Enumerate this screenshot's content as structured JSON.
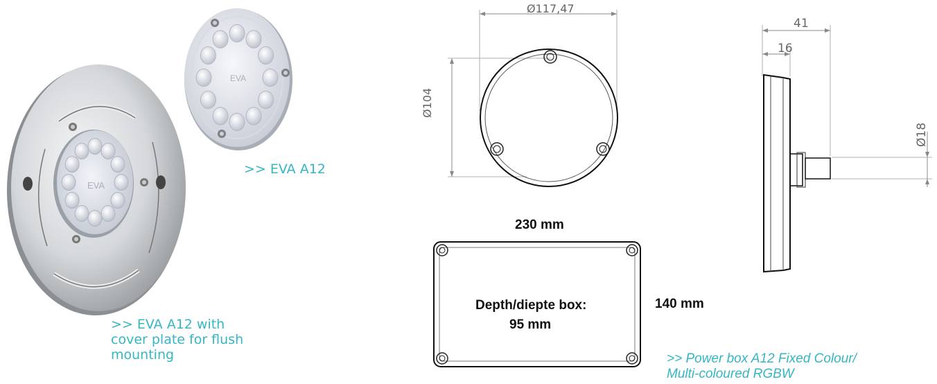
{
  "product_label": ">> EVA A12",
  "product_label_flush": [
    ">> EVA A12 with",
    "cover plate for flush",
    "mounting"
  ],
  "lens_logo": "EVA",
  "dimensions": {
    "front_diameter": "Ø117,47",
    "inner_diameter": "Ø104",
    "depth_total": "41",
    "depth_face": "16",
    "cable_diameter": "Ø18"
  },
  "box": {
    "width": "230 mm",
    "height": "140 mm",
    "depth_line1": "Depth/diepte box:",
    "depth_line2": "95 mm"
  },
  "box_caption": [
    ">> Power box A12 Fixed Colour/",
    "Multi-coloured RGBW"
  ],
  "colors": {
    "accent": "#35b6c4",
    "steel": "#b8bcc0",
    "lens": "#dfe3ea"
  }
}
